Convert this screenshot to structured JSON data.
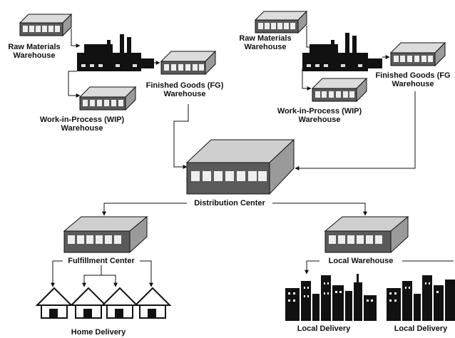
{
  "colors": {
    "ink": "#111111",
    "box_top": "#dcdcdc",
    "box_side": "#9a9a9a",
    "box_front": "#5a5a5a",
    "slot": "#eeeeee",
    "dc_top": "#cfcfcf"
  },
  "plant_left": {
    "raw_materials_label": [
      "Raw Materials",
      "Warehouse"
    ],
    "wip_label": [
      "Work-in-Process (WIP)",
      "Warehouse"
    ],
    "fg_label": [
      "Finished Goods (FG)",
      "Warehouse"
    ]
  },
  "plant_right": {
    "raw_materials_label": [
      "Raw Materials",
      "Warehouse"
    ],
    "wip_label": [
      "Work-in-Process (WIP)",
      "Warehouse"
    ],
    "fg_label": [
      "Finished Goods (FG",
      "Warehouse"
    ]
  },
  "distribution_center": {
    "label": "Distribution Center"
  },
  "fulfillment_center": {
    "label": "Fulfillment Center"
  },
  "local_warehouse": {
    "label": "Local Warehouse"
  },
  "home_delivery": {
    "label": "Home Delivery"
  },
  "local_delivery_left": {
    "label": "Local Delivery"
  },
  "local_delivery_right": {
    "label": "Local Delivery"
  }
}
